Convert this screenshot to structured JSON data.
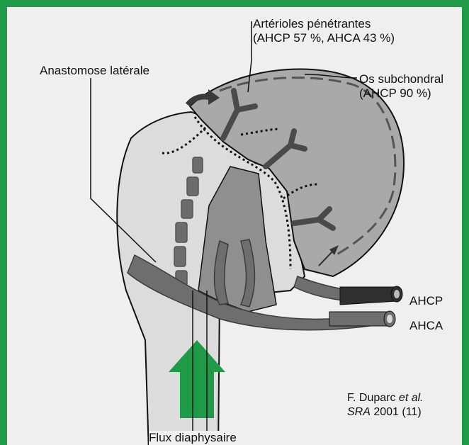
{
  "labels": {
    "penetrating_arterioles_line1": "Artérioles pénétrantes",
    "penetrating_arterioles_line2": "(AHCP 57 %, AHCA 43 %)",
    "lateral_anastomosis": "Anastomose latérale",
    "subchondral_line1": "Os subchondral",
    "subchondral_line2": "(AHCP 90 %)",
    "ahcp": "AHCP",
    "ahca": "AHCA",
    "diaphyseal_flow": "Flux diaphysaire"
  },
  "source": {
    "author": "F. Duparc",
    "et_al": "et al.",
    "journal": "SRA",
    "year_ref": "2001 (11)"
  },
  "colors": {
    "frame": "#1e9a48",
    "background": "#efefef",
    "bone": "#d9d9d9",
    "head": "#a6a6a6",
    "vessel": "#707070",
    "arrow": "#1e9a48"
  }
}
